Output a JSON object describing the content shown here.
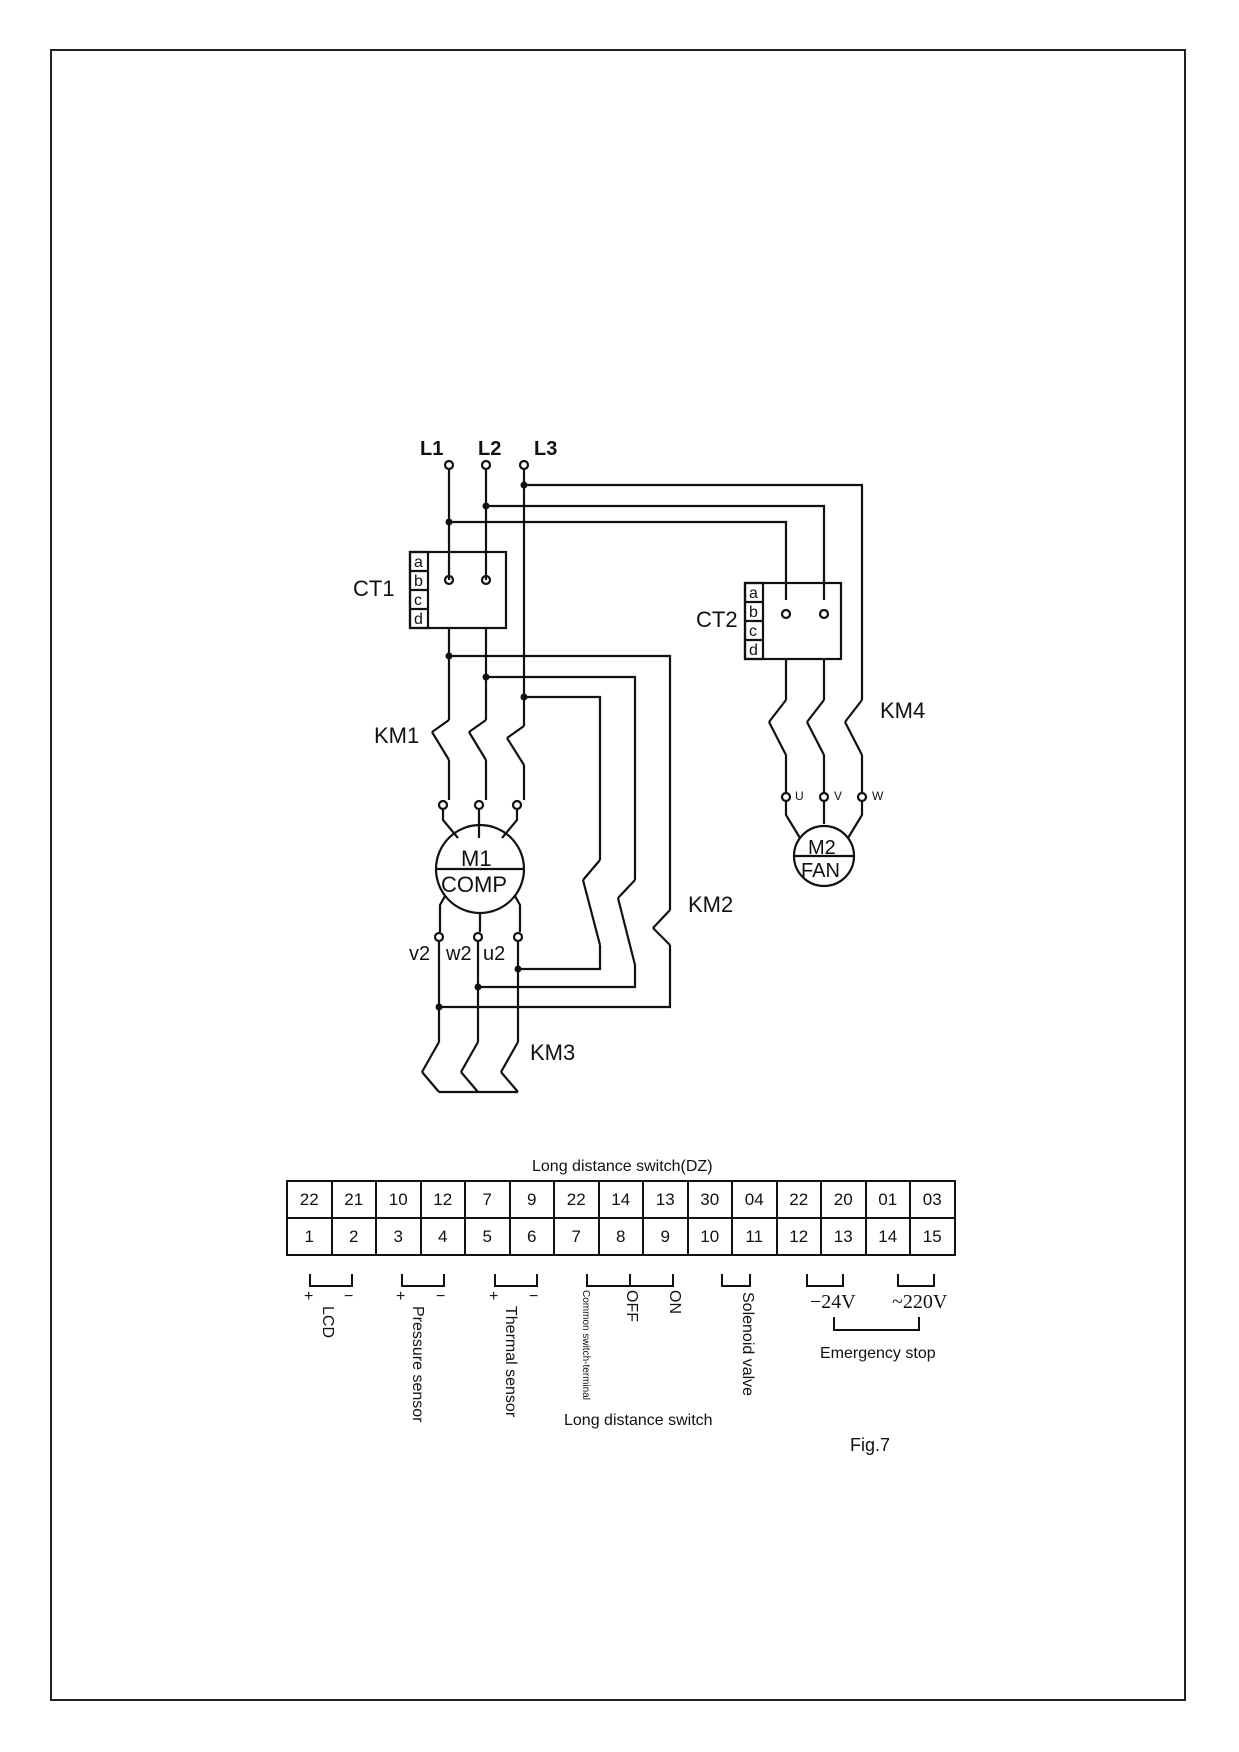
{
  "schematic": {
    "lines": [
      "L1",
      "L2",
      "L3"
    ],
    "transformers": [
      {
        "name": "CT1",
        "terminals": [
          "a",
          "b",
          "c",
          "d"
        ]
      },
      {
        "name": "CT2",
        "terminals": [
          "a",
          "b",
          "c",
          "d"
        ]
      }
    ],
    "contactors": [
      "KM1",
      "KM2",
      "KM3",
      "KM4"
    ],
    "motors": [
      {
        "top": "M1",
        "bottom": "COMP",
        "terminals": [
          "v2",
          "w2",
          "u2"
        ]
      },
      {
        "top": "M2",
        "bottom": "FAN",
        "terminals": [
          "U",
          "V",
          "W"
        ]
      }
    ]
  },
  "terminal_block": {
    "title": "Long distance switch(DZ)",
    "top_row": [
      "22",
      "21",
      "10",
      "12",
      "7",
      "9",
      "22",
      "14",
      "13",
      "30",
      "04",
      "22",
      "20",
      "01",
      "03"
    ],
    "bottom_row": [
      "1",
      "2",
      "3",
      "4",
      "5",
      "6",
      "7",
      "8",
      "9",
      "10",
      "11",
      "12",
      "13",
      "14",
      "15"
    ],
    "labels": {
      "plus": "+",
      "minus": "−",
      "lcd": "LCD",
      "pressure_sensor": "Pressure sensor",
      "thermal_sensor": "Thermal sensor",
      "common_switch_terminal": "Common switch-terminal",
      "off": "OFF",
      "on": "ON",
      "long_distance_switch": "Long distance switch",
      "solenoid_valve": "Solenoid valve",
      "v24": "−24V",
      "v220": "~220V",
      "emergency_stop": "Emergency stop",
      "fig": "Fig.7"
    }
  }
}
